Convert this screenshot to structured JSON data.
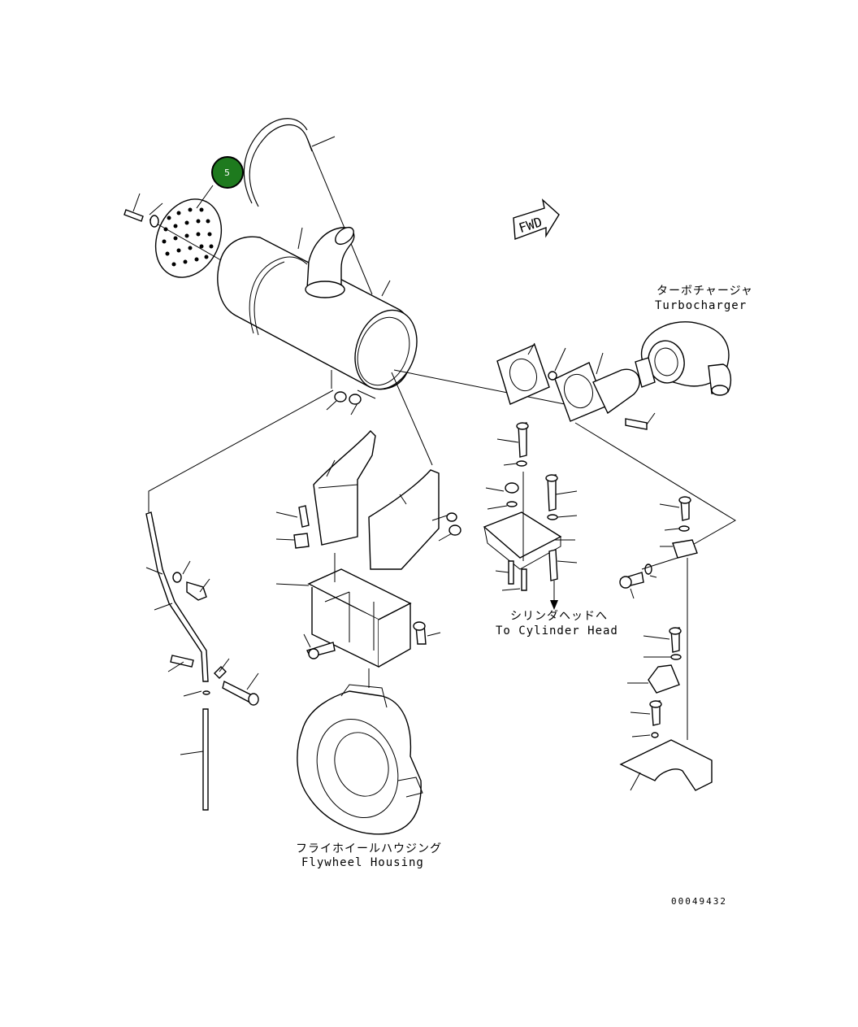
{
  "callout": {
    "number": "5",
    "color": "#1e7a1e"
  },
  "labels": {
    "turbocharger_jp": "ターボチャージャ",
    "turbocharger_en": "Turbocharger",
    "cylinder_head_jp": "シリンダヘッドへ",
    "cylinder_head_en": "To Cylinder Head",
    "flywheel_jp": "フライホイールハウジング",
    "flywheel_en": "Flywheel Housing",
    "fwd": "FWD"
  },
  "document_number": "00049432"
}
